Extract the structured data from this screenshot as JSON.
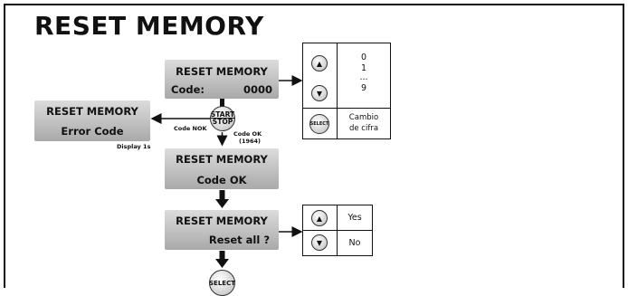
{
  "title": "RESET MEMORY",
  "lcd_code": {
    "line1": "RESET MEMORY",
    "code_label": "Code:",
    "code_value": "0000"
  },
  "lcd_error": {
    "line1": "RESET MEMORY",
    "line2": "Error Code",
    "note": "Display 1s"
  },
  "lcd_ok": {
    "line1": "RESET MEMORY",
    "line2": "Code OK"
  },
  "lcd_reset": {
    "line1": "RESET MEMORY",
    "line2": "Reset all ?"
  },
  "start_stop": {
    "line1": "START",
    "line2": "STOP"
  },
  "labels": {
    "code_nok": "Code NOK",
    "code_ok": "Code OK",
    "code_ok_value": "(1964)"
  },
  "digit_box": {
    "up_arrow": "▲",
    "down_arrow": "▼",
    "values": [
      "0",
      "1",
      "...",
      "9"
    ],
    "select_label": "SELECT",
    "select_text_line1": "Cambio",
    "select_text_line2": "de cifra"
  },
  "yesno_box": {
    "up_arrow": "▲",
    "down_arrow": "▼",
    "yes": "Yes",
    "no": "No"
  },
  "select_button": "SELECT"
}
